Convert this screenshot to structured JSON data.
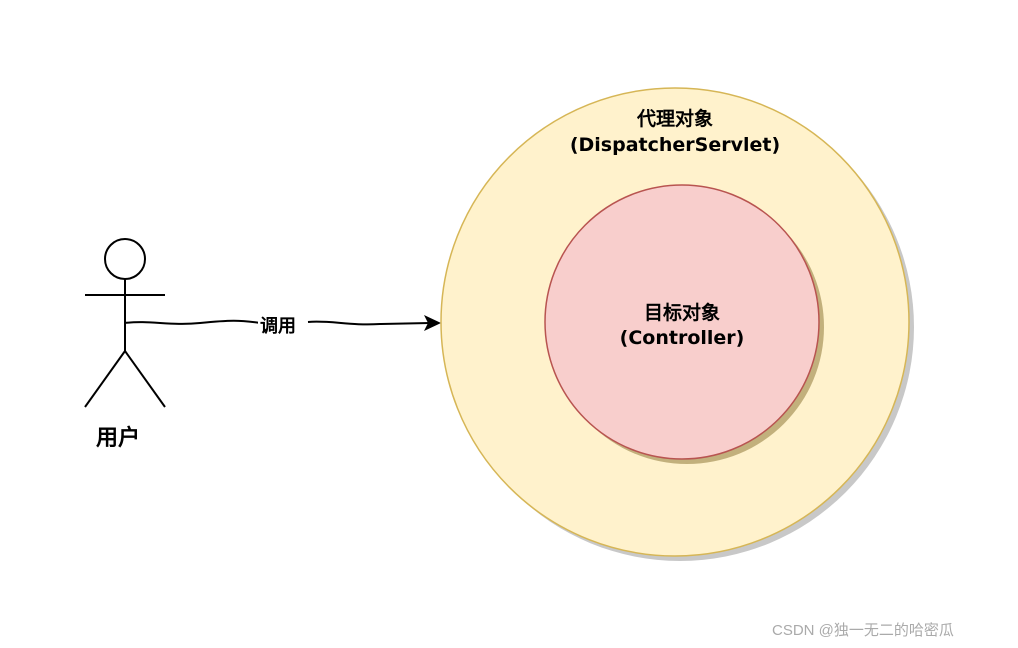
{
  "actor": {
    "label": "用户"
  },
  "edge": {
    "label": "调用"
  },
  "outer": {
    "title": "代理对象",
    "subtitle": "(DispatcherServlet)",
    "fill": "#fff2cc",
    "stroke": "#d6b656"
  },
  "inner": {
    "title": "目标对象",
    "subtitle": "(Controller)",
    "fill": "#f8cecc",
    "stroke": "#b85450"
  },
  "watermark": "CSDN @独一无二的哈密瓜"
}
